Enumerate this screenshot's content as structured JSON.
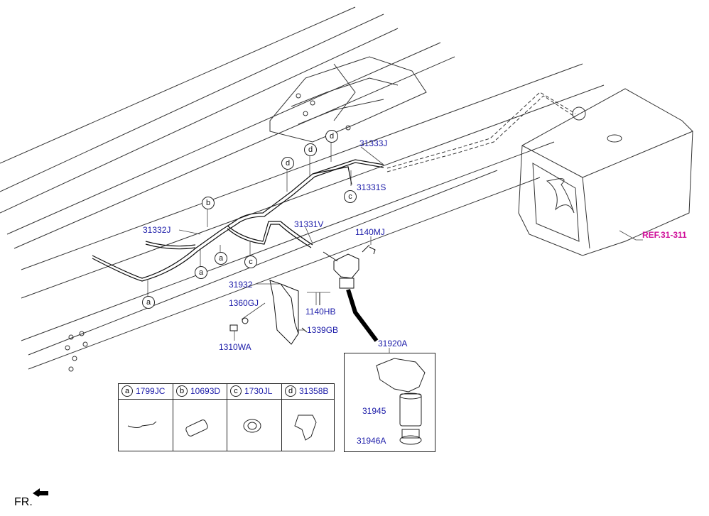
{
  "labels": {
    "p31333J": "31333J",
    "p31331S": "31331S",
    "p31332J": "31332J",
    "p31331V": "31331V",
    "p1140MJ": "1140MJ",
    "p31932": "31932",
    "p1360GJ": "1360GJ",
    "p1140HB": "1140HB",
    "p1339GB": "1339GB",
    "p1310WA": "1310WA",
    "p31920A": "31920A",
    "p31945": "31945",
    "p31946A": "31946A",
    "ref": "REF.31-311"
  },
  "callouts": {
    "a": "a",
    "b": "b",
    "c": "c",
    "d": "d"
  },
  "legend": [
    {
      "letter": "a",
      "part": "1799JC"
    },
    {
      "letter": "b",
      "part": "10693D"
    },
    {
      "letter": "c",
      "part": "1730JL"
    },
    {
      "letter": "d",
      "part": "31358B"
    }
  ],
  "direction": "FR.",
  "colors": {
    "label": "#1a1aa8",
    "ref": "#d0109a",
    "line": "#222222"
  }
}
